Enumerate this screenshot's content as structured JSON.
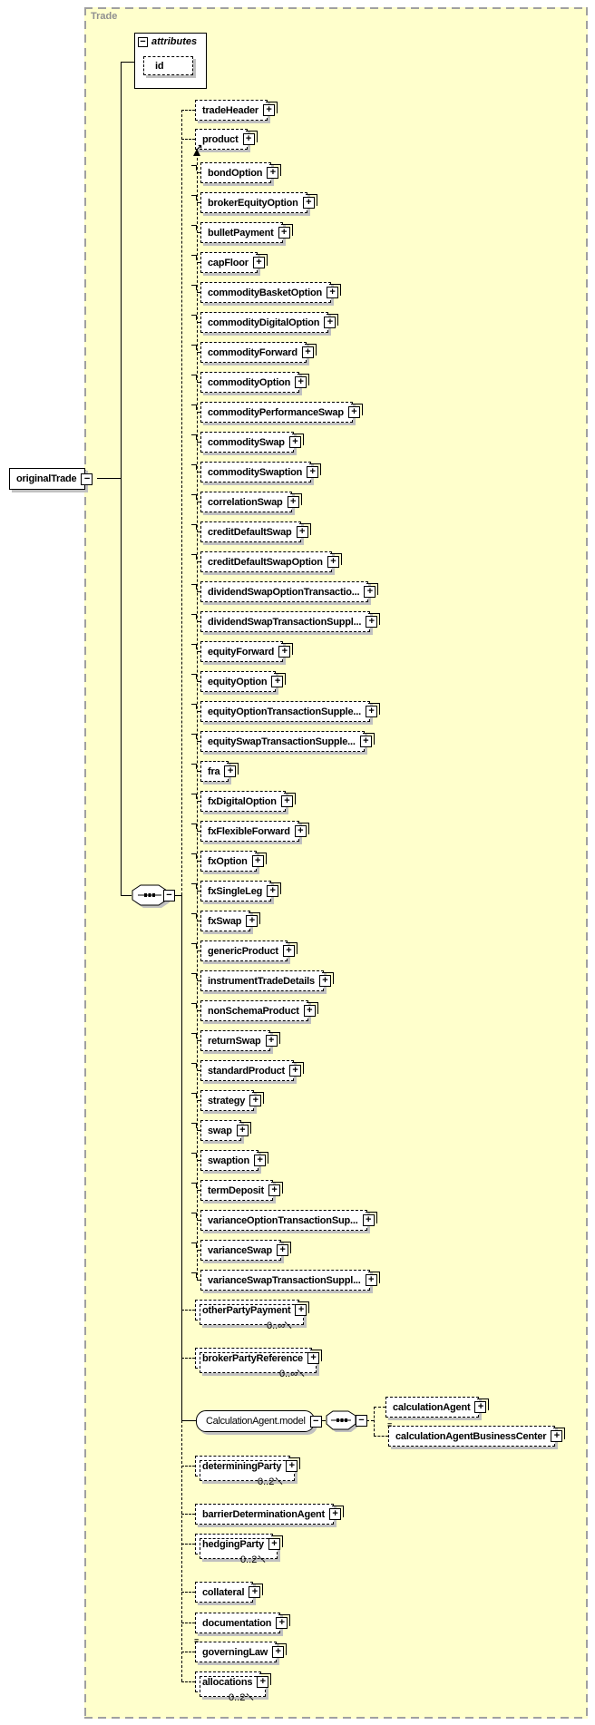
{
  "panel": {
    "title": "Trade"
  },
  "root": {
    "label": "originalTrade"
  },
  "attributes_box": {
    "header": "attributes",
    "items": [
      {
        "label": "id"
      }
    ]
  },
  "children_top": [
    {
      "label": "tradeHeader"
    },
    {
      "label": "product",
      "subst": true
    }
  ],
  "product_group": [
    {
      "label": "bondOption"
    },
    {
      "label": "brokerEquityOption"
    },
    {
      "label": "bulletPayment"
    },
    {
      "label": "capFloor"
    },
    {
      "label": "commodityBasketOption"
    },
    {
      "label": "commodityDigitalOption"
    },
    {
      "label": "commodityForward"
    },
    {
      "label": "commodityOption"
    },
    {
      "label": "commodityPerformanceSwap"
    },
    {
      "label": "commoditySwap"
    },
    {
      "label": "commoditySwaption"
    },
    {
      "label": "correlationSwap"
    },
    {
      "label": "creditDefaultSwap"
    },
    {
      "label": "creditDefaultSwapOption"
    },
    {
      "label": "dividendSwapOptionTransactio..."
    },
    {
      "label": "dividendSwapTransactionSuppl..."
    },
    {
      "label": "equityForward"
    },
    {
      "label": "equityOption"
    },
    {
      "label": "equityOptionTransactionSupple..."
    },
    {
      "label": "equitySwapTransactionSupple..."
    },
    {
      "label": "fra"
    },
    {
      "label": "fxDigitalOption"
    },
    {
      "label": "fxFlexibleForward"
    },
    {
      "label": "fxOption"
    },
    {
      "label": "fxSingleLeg"
    },
    {
      "label": "fxSwap"
    },
    {
      "label": "genericProduct"
    },
    {
      "label": "instrumentTradeDetails"
    },
    {
      "label": "nonSchemaProduct"
    },
    {
      "label": "returnSwap"
    },
    {
      "label": "standardProduct"
    },
    {
      "label": "strategy"
    },
    {
      "label": "swap"
    },
    {
      "label": "swaption"
    },
    {
      "label": "termDeposit"
    },
    {
      "label": "varianceOptionTransactionSup..."
    },
    {
      "label": "varianceSwap"
    },
    {
      "label": "varianceSwapTransactionSuppl..."
    }
  ],
  "model_group": {
    "label": "CalculationAgent.model",
    "children": [
      {
        "label": "calculationAgent"
      },
      {
        "label": "calculationAgentBusinessCenter",
        "note": true
      }
    ]
  },
  "children_bottom": [
    {
      "label": "otherPartyPayment",
      "occurs": "0..∞",
      "multi": true
    },
    {
      "label": "brokerPartyReference",
      "occurs": "0..∞",
      "multi": true
    },
    {
      "label": "determiningParty",
      "occurs": "0..2",
      "multi": true
    },
    {
      "label": "barrierDeterminationAgent"
    },
    {
      "label": "hedgingParty",
      "occurs": "0..2",
      "multi": true
    },
    {
      "label": "collateral"
    },
    {
      "label": "documentation"
    },
    {
      "label": "governingLaw",
      "note": true
    },
    {
      "label": "allocations",
      "occurs": "0..2",
      "multi": true
    }
  ],
  "icons": {
    "expand": "+",
    "collapse": "−",
    "annotation": "≡",
    "substitution": "↗"
  },
  "colors": {
    "panel_bg": "#ffffcc",
    "panel_border": "#a0a0a0",
    "shadow": "#c0c0c0",
    "title_color": "#909090",
    "ink": "#000000"
  }
}
